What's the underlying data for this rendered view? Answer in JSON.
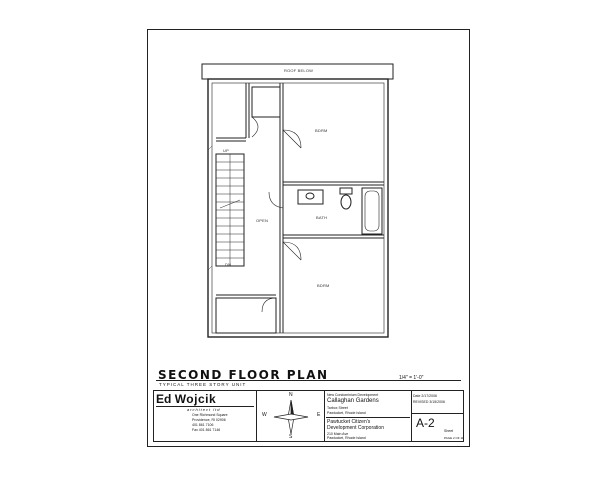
{
  "plan": {
    "roof_label": "ROOF BELOW",
    "rooms": {
      "bedroom_upper": "BDRM",
      "bath": "BATH",
      "bedroom_lower": "BDRM",
      "open": "OPEN"
    },
    "stair_up": "UP",
    "stair_down": "DN"
  },
  "title_block": {
    "title": "SECOND FLOOR PLAN",
    "subtitle": "TYPICAL THREE STORY UNIT",
    "scale": "1/4\" = 1'-0\"",
    "architect": {
      "name_first": "Ed",
      "name_last": "Wojcik",
      "subtitle": "architect ltd",
      "address_lines": [
        "One Richmond Square",
        "Providence, RI 02906",
        "401 861 7106",
        "Fax 401 861 7146"
      ]
    },
    "compass": {
      "n": "N",
      "s": "S",
      "e": "E",
      "w": "W"
    },
    "project": {
      "type": "New Condominium Development",
      "name": "Callaghan Gardens",
      "street": "Tarbox Street",
      "city": "Pawtucket, Rhode Island",
      "client_line1": "Pawtucket Citizen's",
      "client_line2": "Development Corporation",
      "client_addr1": "210 Main Ave",
      "client_addr2": "Pawtucket, Rhode Island"
    },
    "dates": {
      "date_label": "Date",
      "date_value": "2/17/2006",
      "revised_label": "REVISED",
      "revised_value": "3/15/2006"
    },
    "sheet": {
      "number": "A-2",
      "sub_label": "Sheet",
      "page": "PAGE 2 OF 11"
    }
  }
}
